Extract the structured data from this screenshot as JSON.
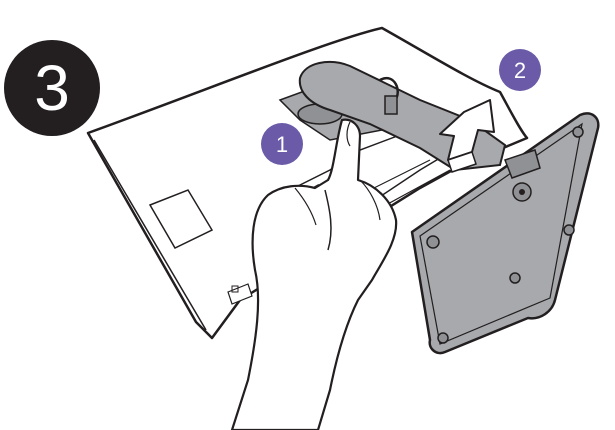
{
  "step": {
    "number": "3"
  },
  "callouts": [
    {
      "label": "1",
      "color": "#6b5aa8"
    },
    {
      "label": "2",
      "color": "#6b5aa8"
    }
  ],
  "colors": {
    "outline": "#231f20",
    "stand_gray": "#a7a9ac",
    "stand_dark": "#8f9194",
    "panel_white": "#ffffff",
    "hand_white": "#ffffff",
    "arrow_fill": "#ffffff"
  },
  "icons": [
    "step-number-badge",
    "monitor-back-panel",
    "stand-neck",
    "stand-base",
    "hand",
    "up-arrow",
    "callout-1",
    "callout-2"
  ]
}
